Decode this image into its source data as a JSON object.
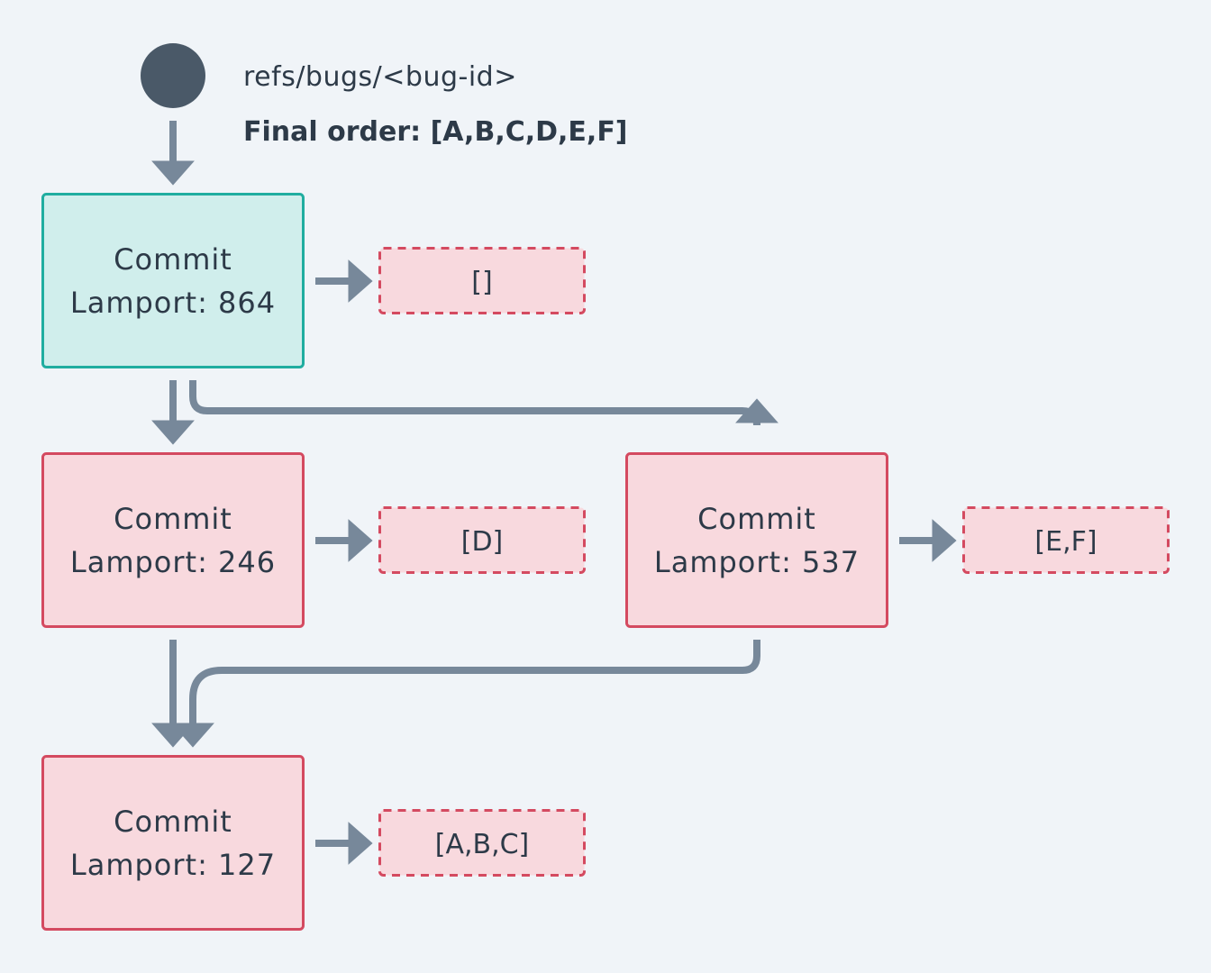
{
  "head": {
    "ref": "refs/bugs/<bug-id>",
    "final_order": "Final order: [A,B,C,D,E,F]"
  },
  "colors": {
    "background": "#f0f4f8",
    "head_node": "#4a5968",
    "edge": "#77889a",
    "latest_fill": "#d0eeec",
    "latest_stroke": "#20ada0",
    "commit_fill": "#f8d9de",
    "commit_stroke": "#d44a60",
    "text": "#2d3a48"
  },
  "commits": [
    {
      "id": "c864",
      "label": "Commit",
      "lamport": "Lamport: 864",
      "ops": "[]"
    },
    {
      "id": "c246",
      "label": "Commit",
      "lamport": "Lamport: 246",
      "ops": "[D]"
    },
    {
      "id": "c537",
      "label": "Commit",
      "lamport": "Lamport: 537",
      "ops": "[E,F]"
    },
    {
      "id": "c127",
      "label": "Commit",
      "lamport": "Lamport: 127",
      "ops": "[A,B,C]"
    }
  ]
}
